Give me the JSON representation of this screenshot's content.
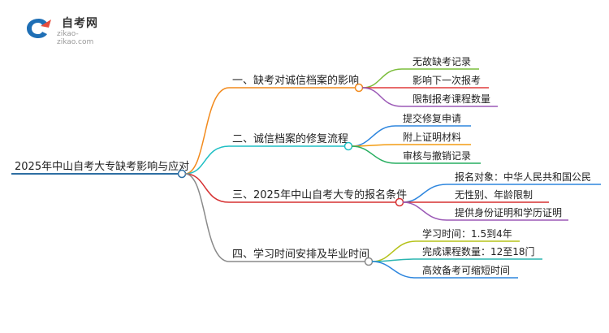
{
  "logo": {
    "title": "自考网",
    "url": "zikao-zikao.com"
  },
  "root": {
    "label": "2025年中山自考大专缺考影响与应对",
    "color": "#2e6fa3"
  },
  "branches": [
    {
      "label": "一、缺考对诚信档案的影响",
      "color": "#f28a1c",
      "children": [
        "无故缺考记录",
        "影响下一次报考",
        "限制报考课程数量"
      ],
      "child_colors": [
        "#7cbd3c",
        "#e03a3a",
        "#9b59b6"
      ]
    },
    {
      "label": "二、诚信档案的修复流程",
      "color": "#1fbfc4",
      "children": [
        "提交修复申请",
        "附上证明材料",
        "审核与撤销记录"
      ],
      "child_colors": [
        "#2e86de",
        "#f39c12",
        "#27ae60"
      ]
    },
    {
      "label": "三、2025年中山自考大专的报名条件",
      "color": "#d63031",
      "children": [
        "报名对象：中华人民共和国公民",
        "无性别、年龄限制",
        "提供身份证明和学历证明"
      ],
      "child_colors": [
        "#2e86de",
        "#d63031",
        "#9b59b6"
      ]
    },
    {
      "label": "四、学习时间安排及毕业时间",
      "color": "#8a8a8a",
      "children": [
        "学习时间：1.5到4年",
        "完成课程数量：12至18门",
        "高效备考可缩短时间"
      ],
      "child_colors": [
        "#b5c21a",
        "#2bb5b0",
        "#2e86de"
      ]
    }
  ]
}
